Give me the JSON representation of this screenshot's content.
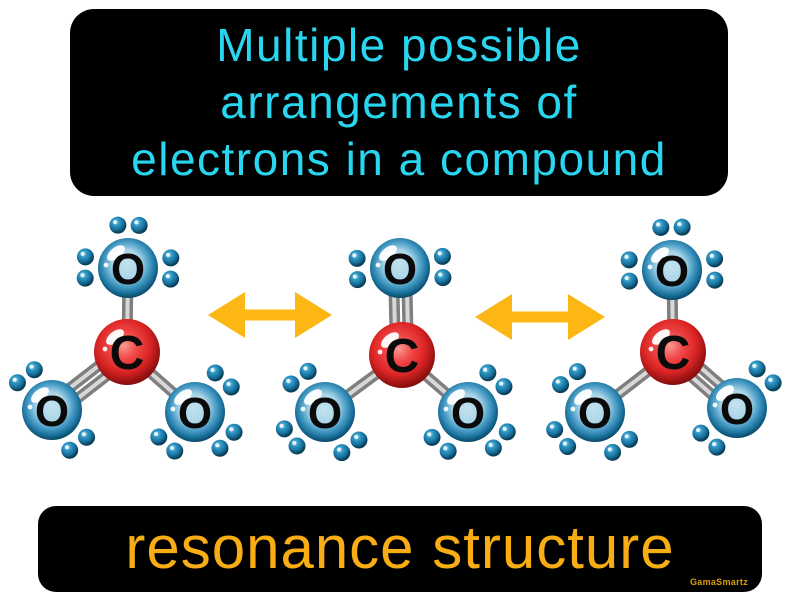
{
  "page": {
    "background_color": "#ffffff"
  },
  "definition_box": {
    "lines": [
      "Multiple possible",
      "arrangements of",
      "electrons in a compound"
    ],
    "text_color": "#29d6f0",
    "background_color": "#000000"
  },
  "diagram": {
    "central_atom_symbol": "C",
    "outer_atom_symbol": "O",
    "oxygen_count_per_molecule": 3,
    "molecules": [
      {
        "name": "resonance-structure-1",
        "double_bond_position": "bottom-left",
        "single_bond_positions": [
          "top",
          "bottom-right"
        ]
      },
      {
        "name": "resonance-structure-2",
        "double_bond_position": "top",
        "single_bond_positions": [
          "bottom-left",
          "bottom-right"
        ]
      },
      {
        "name": "resonance-structure-3",
        "double_bond_position": "bottom-right",
        "single_bond_positions": [
          "top",
          "bottom-left"
        ]
      }
    ],
    "lone_pairs": {
      "single_bonded_oxygen": 3,
      "double_bonded_oxygen": 2
    },
    "arrows": [
      {
        "name": "resonance-arrow-1",
        "style": "double-headed"
      },
      {
        "name": "resonance-arrow-2",
        "style": "double-headed"
      }
    ],
    "colors": {
      "carbon_sphere": "#e03030",
      "oxygen_sphere": "#2e8fc0",
      "electron_dot": "#1878a8",
      "bond_tube": "#7f7f7f",
      "bond_tube_highlight": "#d8d8d8",
      "arrow": "#fcb715",
      "atom_letter": "#0a0a0a"
    }
  },
  "term_box": {
    "label": "resonance structure",
    "text_color": "#f9ad15",
    "background_color": "#000000"
  },
  "watermark": {
    "label": "GamaSmartz",
    "color": "#dc9f00"
  }
}
